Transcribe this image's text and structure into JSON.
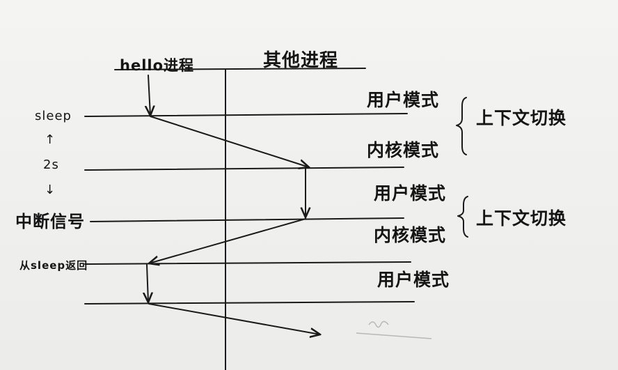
{
  "headers": {
    "hello_process": "hello进程",
    "other_process": "其他进程"
  },
  "left_labels": {
    "sleep": "sleep",
    "up_arrow": "↑",
    "duration": "2s",
    "down_arrow": "↓",
    "interrupt": "中断信号",
    "return_from_sleep": "从sleep返回"
  },
  "mode_labels": {
    "user_mode_1": "用户模式",
    "kernel_mode_1": "内核模式",
    "user_mode_2": "用户模式",
    "kernel_mode_2": "内核模式",
    "user_mode_3": "用户模式"
  },
  "context_switch": {
    "first": "上下文切换",
    "second": "上下文切换"
  },
  "colors": {
    "ink": "#1a1a1a",
    "paper": "#f3f3f1",
    "faint": "#b8b8b8"
  }
}
